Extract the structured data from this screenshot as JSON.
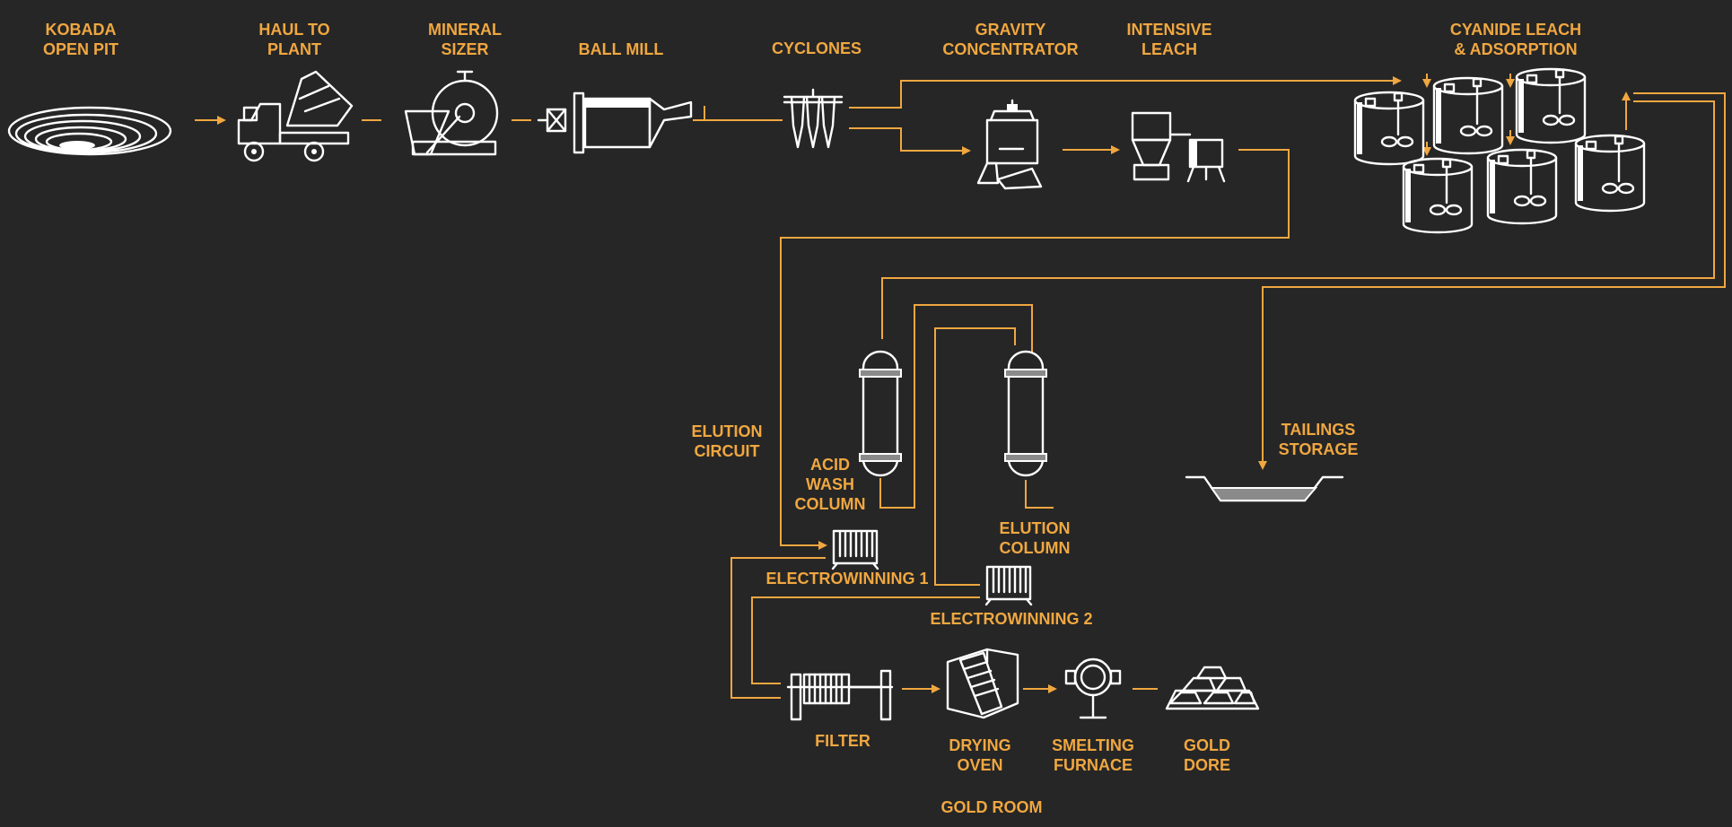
{
  "colors": {
    "background": "#262626",
    "flow": "#f0a740",
    "equipment": "#ffffff",
    "fill": "#8a8a8a"
  },
  "labels": {
    "open_pit": "KOBADA\nOPEN PIT",
    "haul": "HAUL TO\nPLANT",
    "sizer": "MINERAL\nSIZER",
    "ball_mill": "BALL MILL",
    "cyclones": "CYCLONES",
    "gravity": "GRAVITY\nCONCENTRATOR",
    "intensive": "INTENSIVE\nLEACH",
    "cyanide": "CYANIDE LEACH\n& ADSORPTION",
    "elution_circuit": "ELUTION\nCIRCUIT",
    "acid_wash": "ACID\nWASH\nCOLUMN",
    "elution_column": "ELUTION\nCOLUMN",
    "tailings": "TAILINGS\nSTORAGE",
    "ew1": "ELECTROWINNING 1",
    "ew2": "ELECTROWINNING 2",
    "filter": "FILTER",
    "drying": "DRYING\nOVEN",
    "smelting": "SMELTING\nFURNACE",
    "gold_dore": "GOLD\nDORE",
    "gold_room": "GOLD ROOM"
  },
  "icons": [
    "open-pit-icon",
    "haul-truck-icon",
    "mineral-sizer-icon",
    "ball-mill-icon",
    "cyclones-icon",
    "gravity-concentrator-icon",
    "intensive-leach-icon",
    "leach-tanks-icon",
    "acid-wash-column-icon",
    "elution-column-icon",
    "tailings-dam-icon",
    "electrowinning-icon",
    "filter-press-icon",
    "drying-oven-icon",
    "smelting-furnace-icon",
    "gold-bars-icon"
  ]
}
